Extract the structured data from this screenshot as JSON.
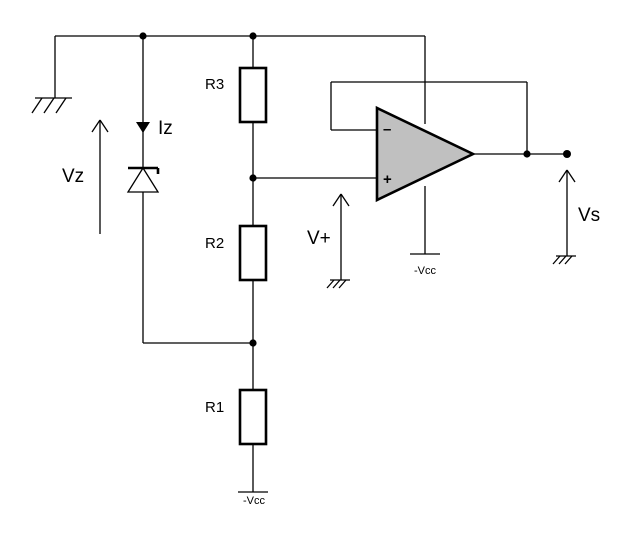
{
  "labels": {
    "r3": "R3",
    "r2": "R2",
    "r1": "R1",
    "iz": "Iz",
    "vz": "Vz",
    "vplus": "V+",
    "vs": "Vs",
    "vcc_opamp": "-Vcc",
    "vcc_bottom": "-Vcc",
    "minus_sign": "–",
    "plus_sign": "+"
  },
  "colors": {
    "wire": "#000000",
    "opamp_fill": "#c0c0c0",
    "background": "#ffffff"
  },
  "icons": {
    "ground": "ground-symbol-icon",
    "zener": "zener-diode-icon",
    "opamp": "op-amp-triangle-icon",
    "resistor": "resistor-rectangle-icon"
  }
}
